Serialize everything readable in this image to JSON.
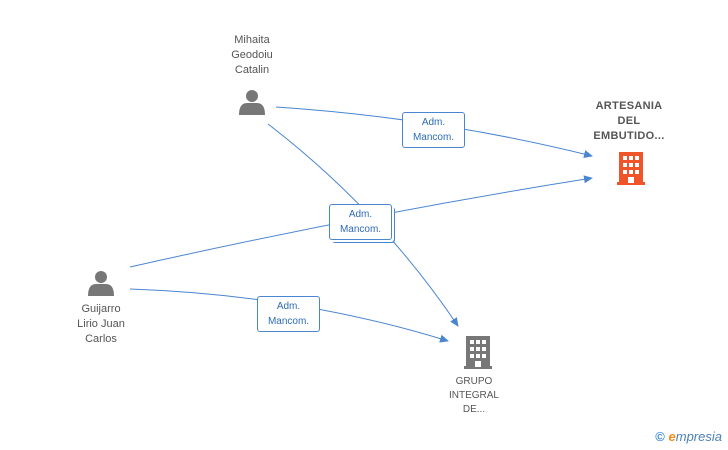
{
  "nodes": {
    "mihaita": {
      "label": "Mihaita\nGeodoiu\nCatalin",
      "kind": "person"
    },
    "guijarro": {
      "label": "Guijarro\nLirio Juan\nCarlos",
      "kind": "person"
    },
    "artesania": {
      "label": "ARTESANIA\nDEL\nEMBUTIDO...",
      "kind": "company"
    },
    "grupo": {
      "label": "GRUPO\nINTEGRAL\nDE...",
      "kind": "company"
    }
  },
  "edges": {
    "mihaita_artesania": "Adm.\nMancom.",
    "shared": "Adm.\nMancom.",
    "guijarro_grupo": "Adm.\nMancom."
  },
  "brand": {
    "copyright": "©",
    "initial": "e",
    "rest": "mpresia"
  },
  "colors": {
    "edge": "#4a86d0",
    "person": "#777777",
    "company_main": "#f0552a",
    "company_other": "#777777"
  }
}
